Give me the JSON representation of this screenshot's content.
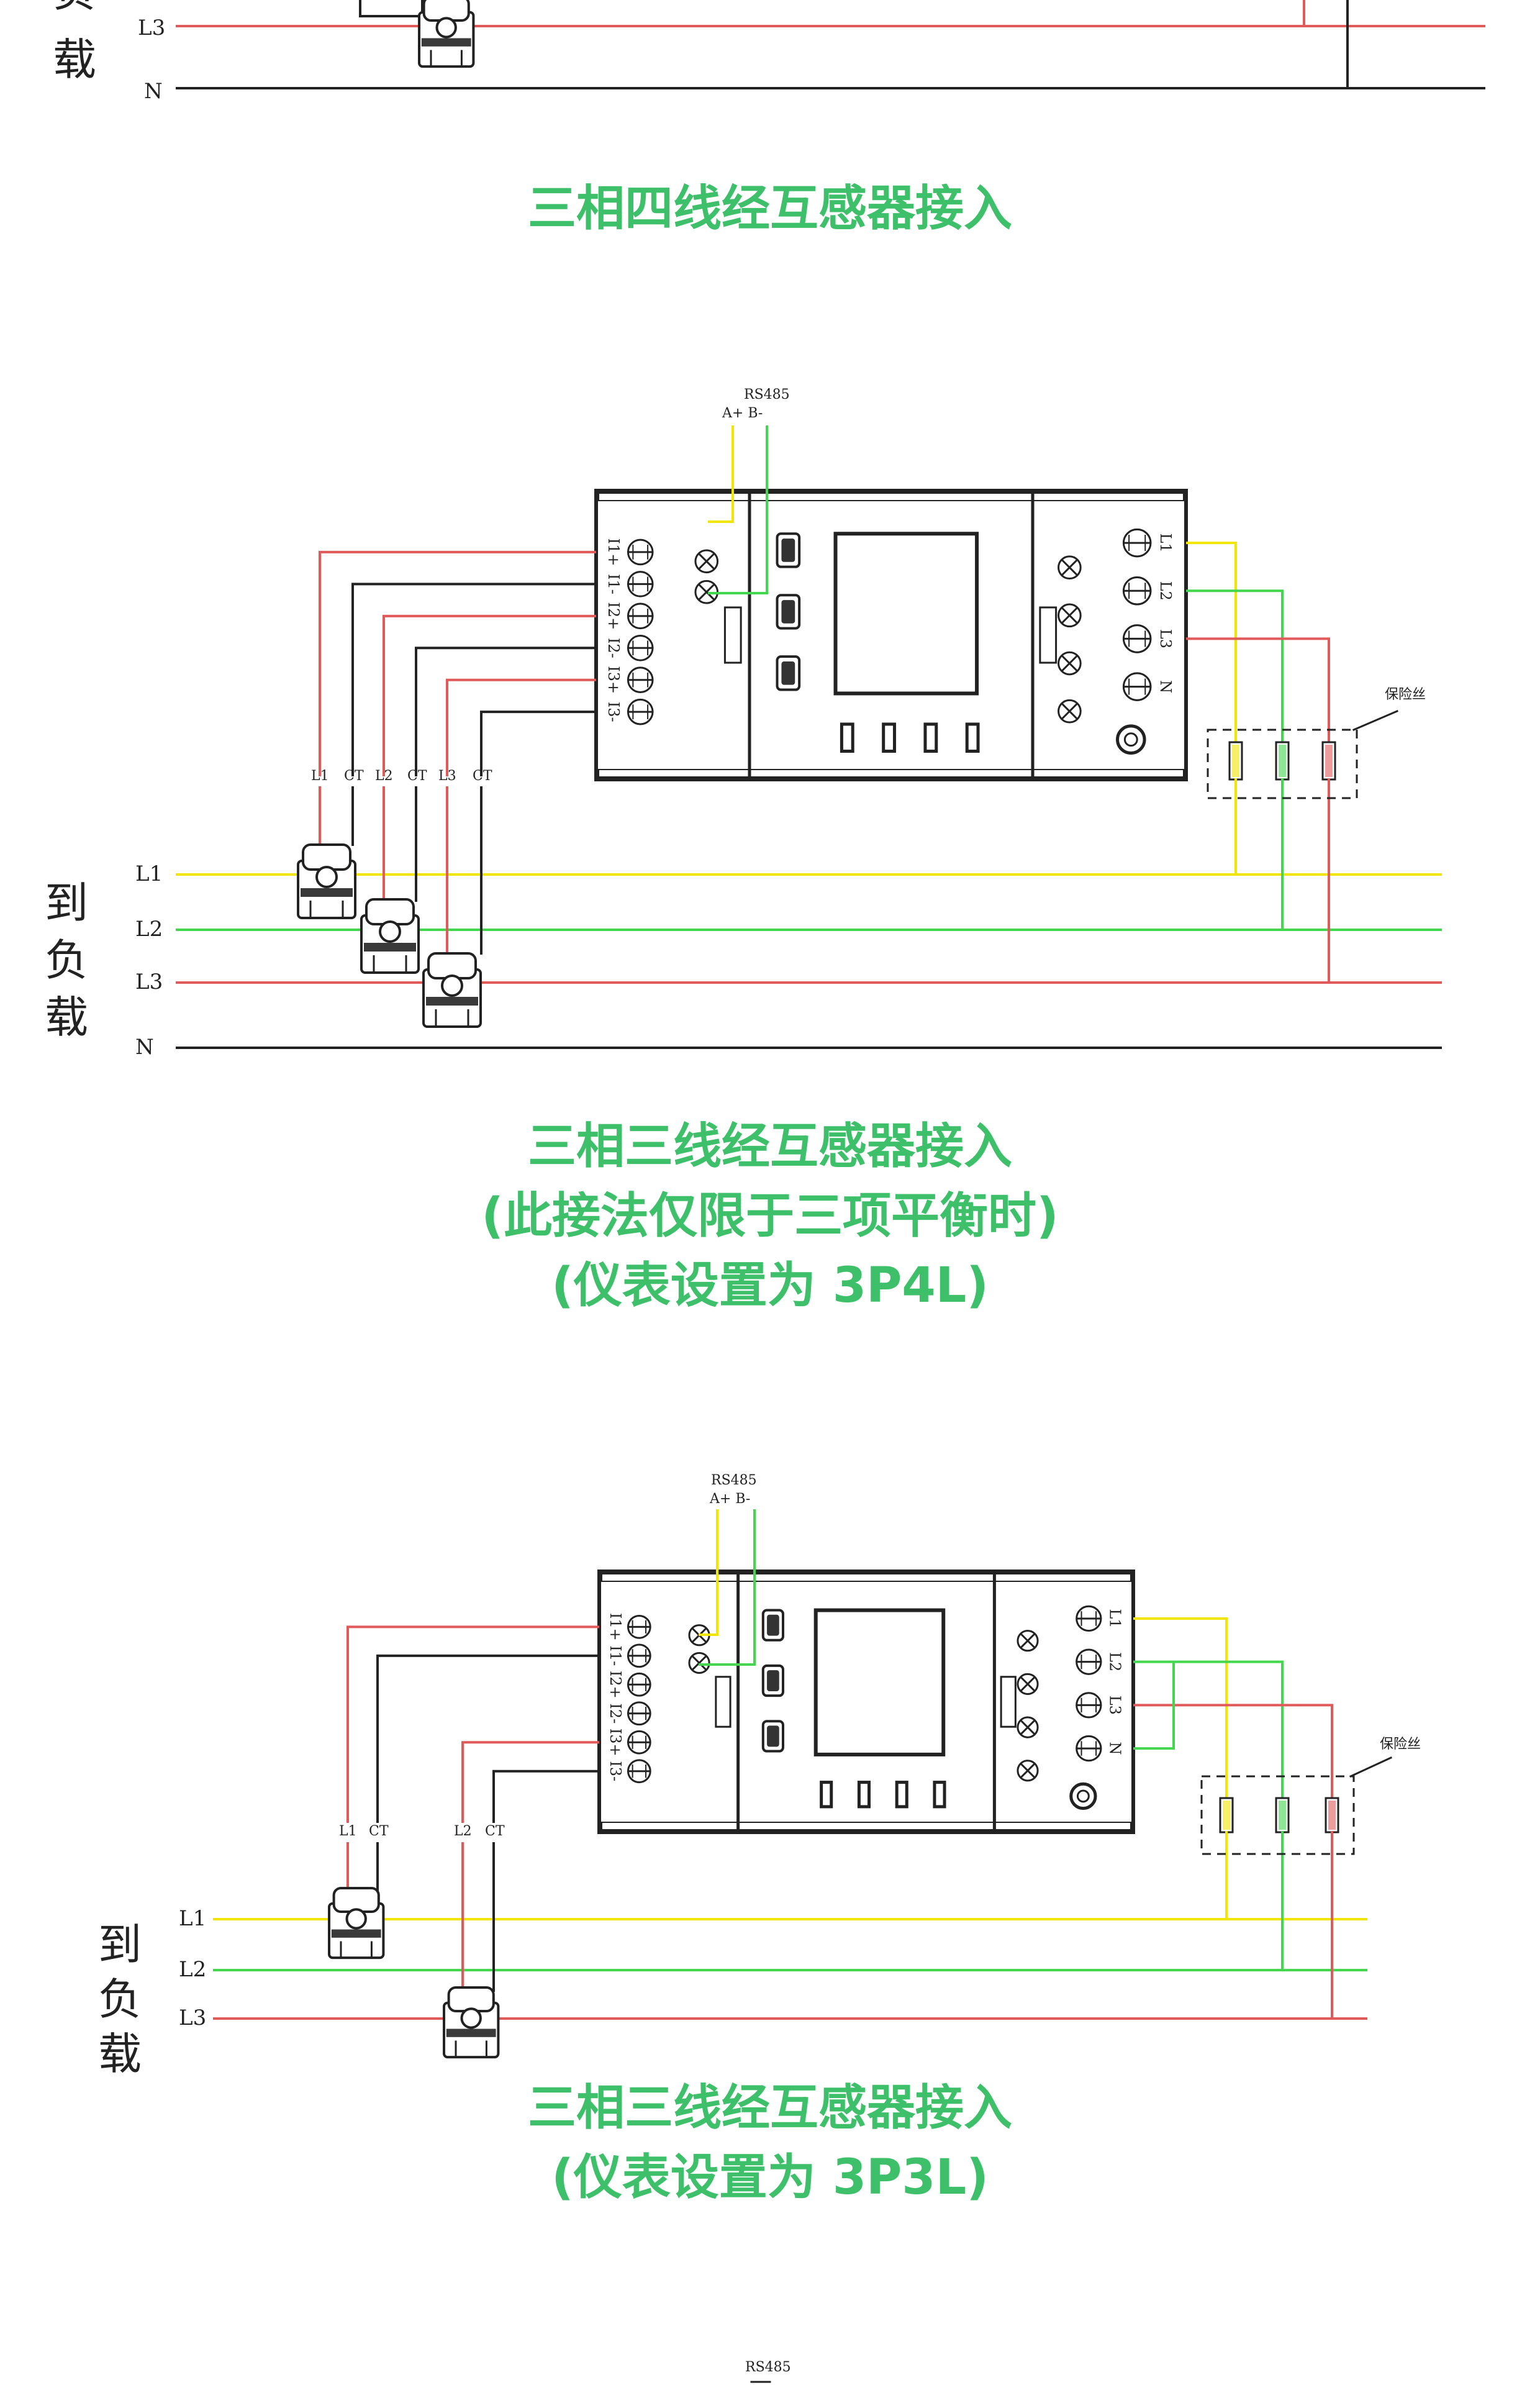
{
  "colors": {
    "L1": "#f2e600",
    "L2": "#44d64f",
    "L3": "#e05a5a",
    "N": "#222222",
    "caption": "#3ec06a"
  },
  "top": {
    "bus_labels": [
      "L3",
      "N"
    ],
    "load_label_chars": [
      "负",
      "载"
    ]
  },
  "captions": {
    "first": [
      "三相四线经互感器接入"
    ],
    "second": [
      "三相三线经互感器接入",
      "(此接法仅限于三项平衡时)",
      "(仪表设置为 3P4L)"
    ],
    "third": [
      "三相三线经互感器接入",
      "(仪表设置为 3P3L)"
    ]
  },
  "diagram1": {
    "rs485": "RS485",
    "ab": "A+  B-",
    "left_terminals": [
      "I1+",
      "I1-",
      "I2+",
      "I2-",
      "I3+",
      "I3-"
    ],
    "right_terminals": [
      "L1",
      "L2",
      "L3",
      "N"
    ],
    "ct_labels": [
      "L1",
      "CT",
      "L2",
      "CT",
      "L3",
      "CT"
    ],
    "bus_labels": [
      "L1",
      "L2",
      "L3",
      "N"
    ],
    "load_label_chars": [
      "到",
      "负",
      "载"
    ],
    "fuse_label": "保险丝"
  },
  "diagram2": {
    "rs485": "RS485",
    "ab": "A+  B-",
    "left_terminals": [
      "I1+",
      "I1-",
      "I2+",
      "I2-",
      "I3+",
      "I3-"
    ],
    "right_terminals": [
      "L1",
      "L2",
      "L3",
      "N"
    ],
    "ct_labels": [
      "L1",
      "CT",
      "L2",
      "CT"
    ],
    "bus_labels": [
      "L1",
      "L2",
      "L3"
    ],
    "load_label_chars": [
      "到",
      "负",
      "载"
    ],
    "fuse_label": "保险丝"
  },
  "bottom": {
    "rs485": "RS485"
  }
}
